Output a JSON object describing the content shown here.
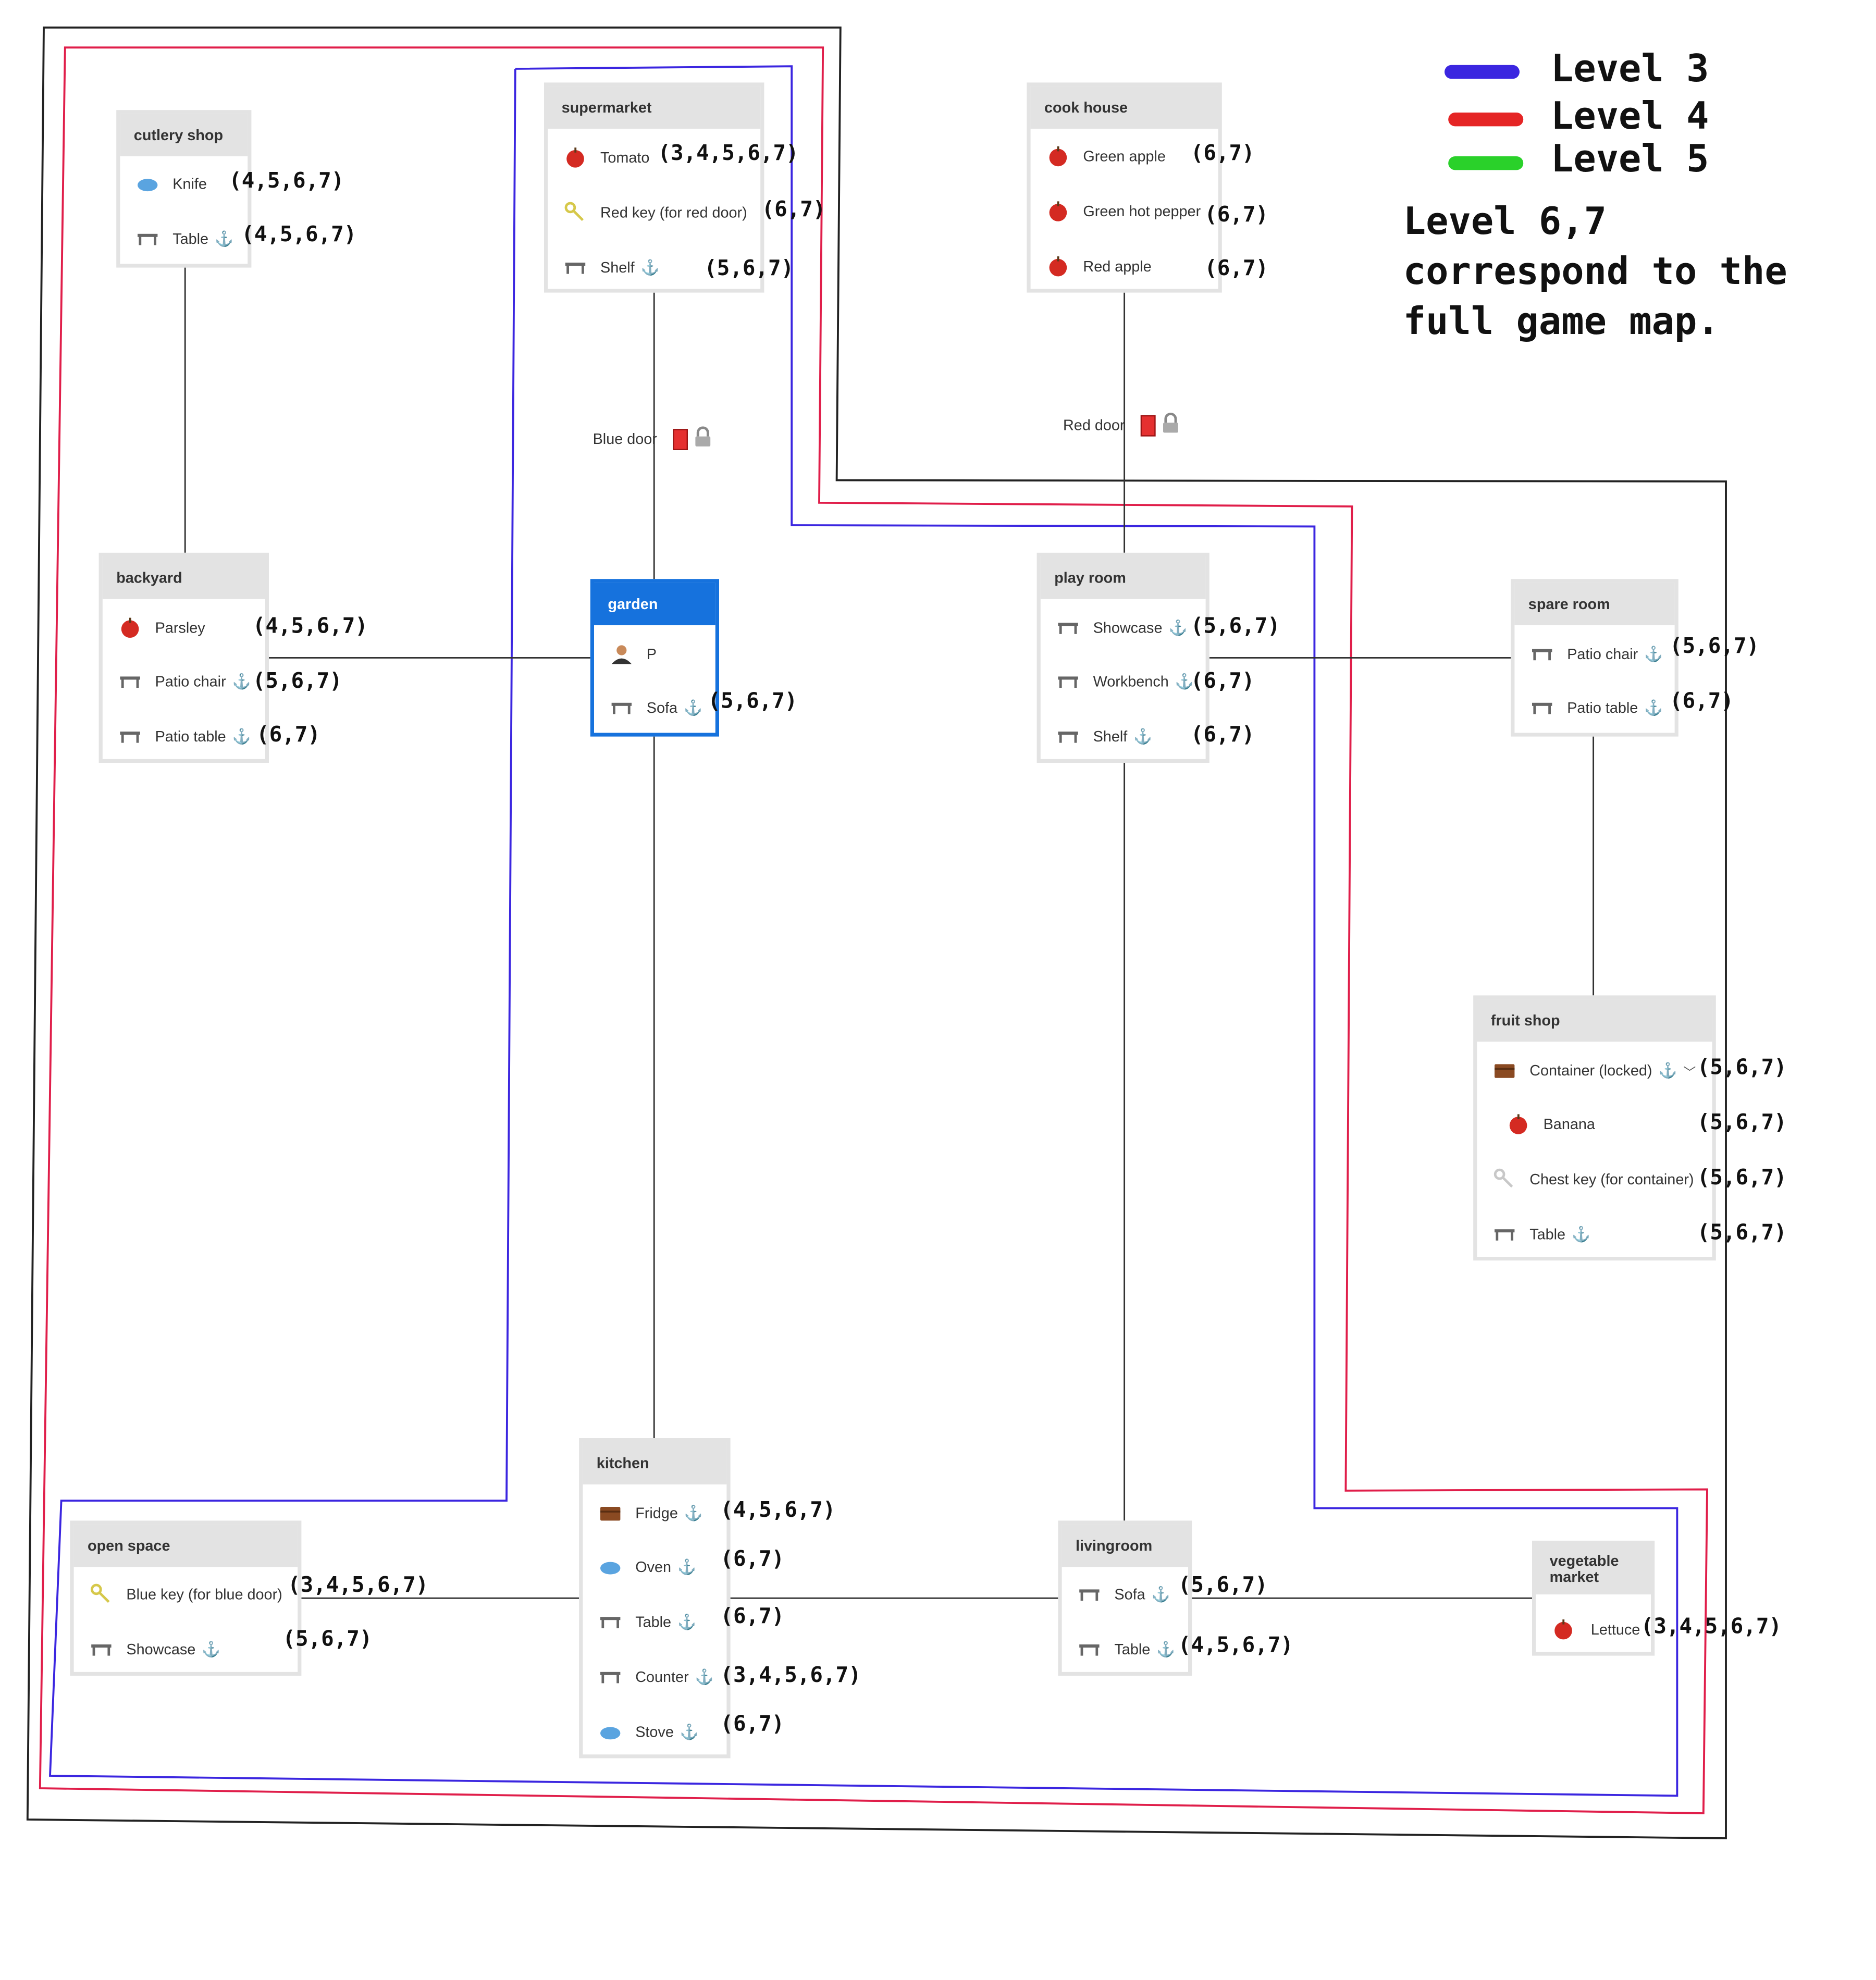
{
  "legend": {
    "items": [
      {
        "label": "Level  3",
        "color": "#3b26e0"
      },
      {
        "label": "Level  4",
        "color": "#e52525"
      },
      {
        "label": "Level  5",
        "color": "#2ad12a"
      }
    ],
    "note_lines": [
      "Level 6,7",
      "correspond to the",
      "full game map."
    ]
  },
  "colors": {
    "outer_border": "#222222",
    "level3": "#3b26e0",
    "level4": "#e01e4a",
    "edge": "#333333",
    "current_room": "#1672dd"
  },
  "rooms": {
    "cutlery_shop": {
      "name": "cutlery shop",
      "items": [
        {
          "label": "Knife",
          "icon": "blue-blob-icon",
          "anchor": false,
          "levels": "(4,5,6,7)"
        },
        {
          "label": "Table",
          "icon": "table-icon",
          "anchor": true,
          "levels": "(4,5,6,7)"
        }
      ]
    },
    "supermarket": {
      "name": "supermarket",
      "items": [
        {
          "label": "Tomato",
          "icon": "apple-icon",
          "anchor": false,
          "levels": "(3,4,5,6,7)"
        },
        {
          "label": "Red key (for red door)",
          "icon": "key-icon",
          "anchor": false,
          "levels": "(6,7)"
        },
        {
          "label": "Shelf",
          "icon": "table-icon",
          "anchor": true,
          "levels": "(5,6,7)"
        }
      ]
    },
    "cook_house": {
      "name": "cook house",
      "items": [
        {
          "label": "Green apple",
          "icon": "apple-icon",
          "anchor": false,
          "levels": "(6,7)"
        },
        {
          "label": "Green hot pepper",
          "icon": "apple-icon",
          "anchor": false,
          "levels": "(6,7)"
        },
        {
          "label": "Red apple",
          "icon": "apple-icon",
          "anchor": false,
          "levels": "(6,7)"
        }
      ]
    },
    "backyard": {
      "name": "backyard",
      "items": [
        {
          "label": "Parsley",
          "icon": "apple-icon",
          "anchor": false,
          "levels": "(4,5,6,7)"
        },
        {
          "label": "Patio chair",
          "icon": "table-icon",
          "anchor": true,
          "levels": "(5,6,7)"
        },
        {
          "label": "Patio table",
          "icon": "table-icon",
          "anchor": true,
          "levels": "(6,7)"
        }
      ]
    },
    "garden": {
      "name": "garden",
      "items": [
        {
          "label": "P",
          "icon": "person-icon",
          "anchor": false,
          "levels": ""
        },
        {
          "label": "Sofa",
          "icon": "table-icon",
          "anchor": true,
          "levels": "(5,6,7)"
        }
      ]
    },
    "play_room": {
      "name": "play room",
      "items": [
        {
          "label": "Showcase",
          "icon": "table-icon",
          "anchor": true,
          "levels": "(5,6,7)"
        },
        {
          "label": "Workbench",
          "icon": "table-icon",
          "anchor": true,
          "levels": "(6,7)"
        },
        {
          "label": "Shelf",
          "icon": "table-icon",
          "anchor": true,
          "levels": "(6,7)"
        }
      ]
    },
    "spare_room": {
      "name": "spare room",
      "items": [
        {
          "label": "Patio chair",
          "icon": "table-icon",
          "anchor": true,
          "levels": "(5,6,7)"
        },
        {
          "label": "Patio table",
          "icon": "table-icon",
          "anchor": true,
          "levels": "(6,7)"
        }
      ]
    },
    "fruit_shop": {
      "name": "fruit shop",
      "items": [
        {
          "label": "Container (locked)",
          "icon": "chest-icon",
          "anchor": true,
          "chevron": true,
          "levels": "(5,6,7)"
        },
        {
          "label": "Banana",
          "icon": "apple-icon",
          "anchor": false,
          "levels": "(5,6,7)"
        },
        {
          "label": "Chest key (for container)",
          "icon": "key-icon",
          "anchor": false,
          "levels": "(5,6,7)"
        },
        {
          "label": "Table",
          "icon": "table-icon",
          "anchor": true,
          "levels": "(5,6,7)"
        }
      ]
    },
    "open_space": {
      "name": "open space",
      "items": [
        {
          "label": "Blue key (for blue door)",
          "icon": "key-icon",
          "anchor": false,
          "levels": "(3,4,5,6,7)"
        },
        {
          "label": "Showcase",
          "icon": "table-icon",
          "anchor": true,
          "levels": "(5,6,7)"
        }
      ]
    },
    "kitchen": {
      "name": "kitchen",
      "items": [
        {
          "label": "Fridge",
          "icon": "chest-icon",
          "anchor": true,
          "levels": "(4,5,6,7)"
        },
        {
          "label": "Oven",
          "icon": "blue-blob-icon",
          "anchor": true,
          "levels": "(6,7)"
        },
        {
          "label": "Table",
          "icon": "table-icon",
          "anchor": true,
          "levels": "(6,7)"
        },
        {
          "label": "Counter",
          "icon": "table-icon",
          "anchor": true,
          "levels": "(3,4,5,6,7)"
        },
        {
          "label": "Stove",
          "icon": "blue-blob-icon",
          "anchor": true,
          "levels": "(6,7)"
        }
      ]
    },
    "livingroom": {
      "name": "livingroom",
      "items": [
        {
          "label": "Sofa",
          "icon": "table-icon",
          "anchor": true,
          "levels": "(5,6,7)"
        },
        {
          "label": "Table",
          "icon": "table-icon",
          "anchor": true,
          "levels": "(4,5,6,7)"
        }
      ]
    },
    "vegetable_market": {
      "name": "vegetable market",
      "items": [
        {
          "label": "Lettuce",
          "icon": "apple-icon",
          "anchor": false,
          "levels": "(3,4,5,6,7)"
        }
      ]
    }
  },
  "doors": {
    "blue_door": {
      "label": "Blue door",
      "icon": "door-icon",
      "lock_icon": "lock-icon"
    },
    "red_door": {
      "label": "Red door",
      "icon": "door-icon",
      "lock_icon": "lock-icon"
    }
  },
  "current_room": "garden"
}
